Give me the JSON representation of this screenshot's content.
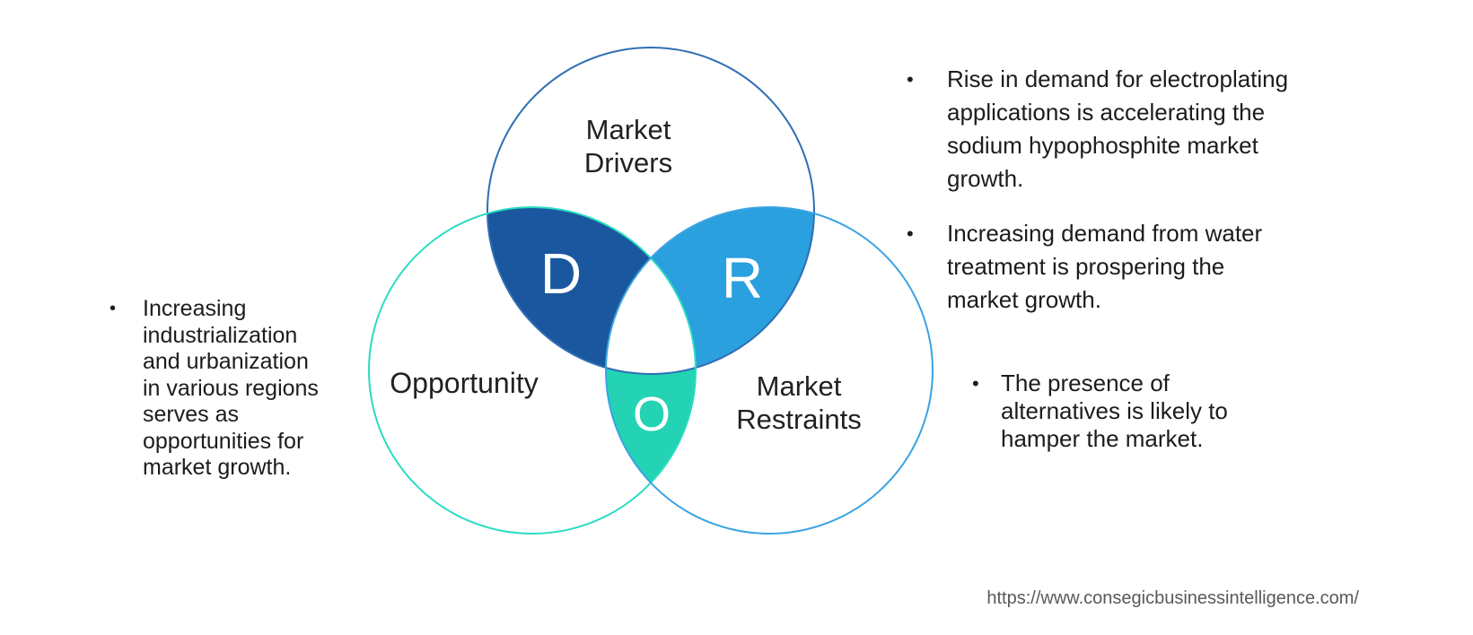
{
  "venn": {
    "top_label": "Market\nDrivers",
    "left_label": "Opportunity",
    "right_label": "Market\nRestraints",
    "d_letter": "D",
    "r_letter": "R",
    "o_letter": "O",
    "colors": {
      "drivers_stroke": "#2e6eb5",
      "opportunity_stroke": "#2adcc1",
      "restraints_stroke": "#3aa3e3",
      "d_fill": "#1b579e",
      "r_fill": "#2aa0df",
      "o_fill": "#23d3b4",
      "letter_color": "#ffffff"
    }
  },
  "bullets": {
    "marker": "•",
    "drivers": [
      {
        "text": "Rise in demand for electroplating\napplications is accelerating the\nsodium hypophosphite market\ngrowth."
      },
      {
        "text": "Increasing demand from water\ntreatment is prospering the\nmarket growth."
      }
    ],
    "opportunity": [
      {
        "text": "Increasing\nindustrialization\nand urbanization\nin various regions\nserves as\nopportunities for\nmarket growth."
      }
    ],
    "restraints": [
      {
        "text": "The presence of\nalternatives is likely to\nhamper the market."
      }
    ]
  },
  "footer": {
    "url": "https://www.consegicbusinessintelligence.com/"
  }
}
